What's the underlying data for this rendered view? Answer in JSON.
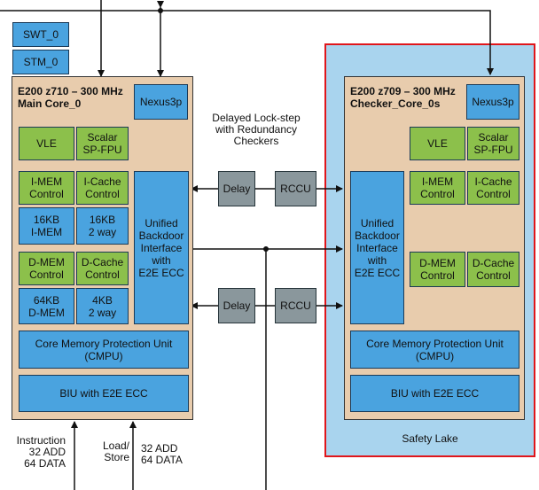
{
  "left_core": {
    "title": "E200 z710 – 300 MHz\nMain Core_0",
    "nexus": "Nexus3p",
    "vle": "VLE",
    "fpu": "Scalar\nSP-FPU",
    "imem_ctrl": "I-MEM\nControl",
    "icache_ctrl": "I-Cache\nControl",
    "imem": "16KB\nI-MEM",
    "icache": "16KB\n2 way",
    "dmem_ctrl": "D-MEM\nControl",
    "dcache_ctrl": "D-Cache\nControl",
    "dmem": "64KB\nD-MEM",
    "dcache": "4KB\n2 way",
    "backdoor": "Unified\nBackdoor\nInterface\nwith\nE2E ECC",
    "cmpu": "Core Memory Protection Unit\n(CMPU)",
    "biu": "BIU with E2E ECC"
  },
  "right_core": {
    "title": "E200 z709 – 300 MHz\nChecker_Core_0s",
    "nexus": "Nexus3p",
    "vle": "VLE",
    "fpu": "Scalar\nSP-FPU",
    "imem_ctrl": "I-MEM\nControl",
    "icache_ctrl": "I-Cache\nControl",
    "dmem_ctrl": "D-MEM\nControl",
    "dcache_ctrl": "D-Cache\nControl",
    "backdoor": "Unified\nBackdoor\nInterface\nwith\nE2E ECC",
    "cmpu": "Core Memory Protection Unit\n(CMPU)",
    "biu": "BIU with E2E ECC"
  },
  "top_blocks": {
    "swt": "SWT_0",
    "stm": "STM_0"
  },
  "middle": {
    "caption": "Delayed Lock-step\nwith Redundancy\nCheckers",
    "delay_1": "Delay",
    "rccu_1": "RCCU",
    "delay_2": "Delay",
    "rccu_2": "RCCU"
  },
  "safety_lake": {
    "label": "Safety Lake"
  },
  "bottom_labels": {
    "instruction": "Instruction\n32 ADD\n64 DATA",
    "load_store": "Load/\nStore",
    "data_bus": "32 ADD\n64 DATA"
  },
  "colors": {
    "safety_lake_fill": "#a9d4ee",
    "safety_lake_border": "#e0161b",
    "core_fill": "#e8ccad",
    "blue_block": "#4aa3df",
    "green_block": "#8cc04b",
    "gray_block": "#8a979c"
  }
}
